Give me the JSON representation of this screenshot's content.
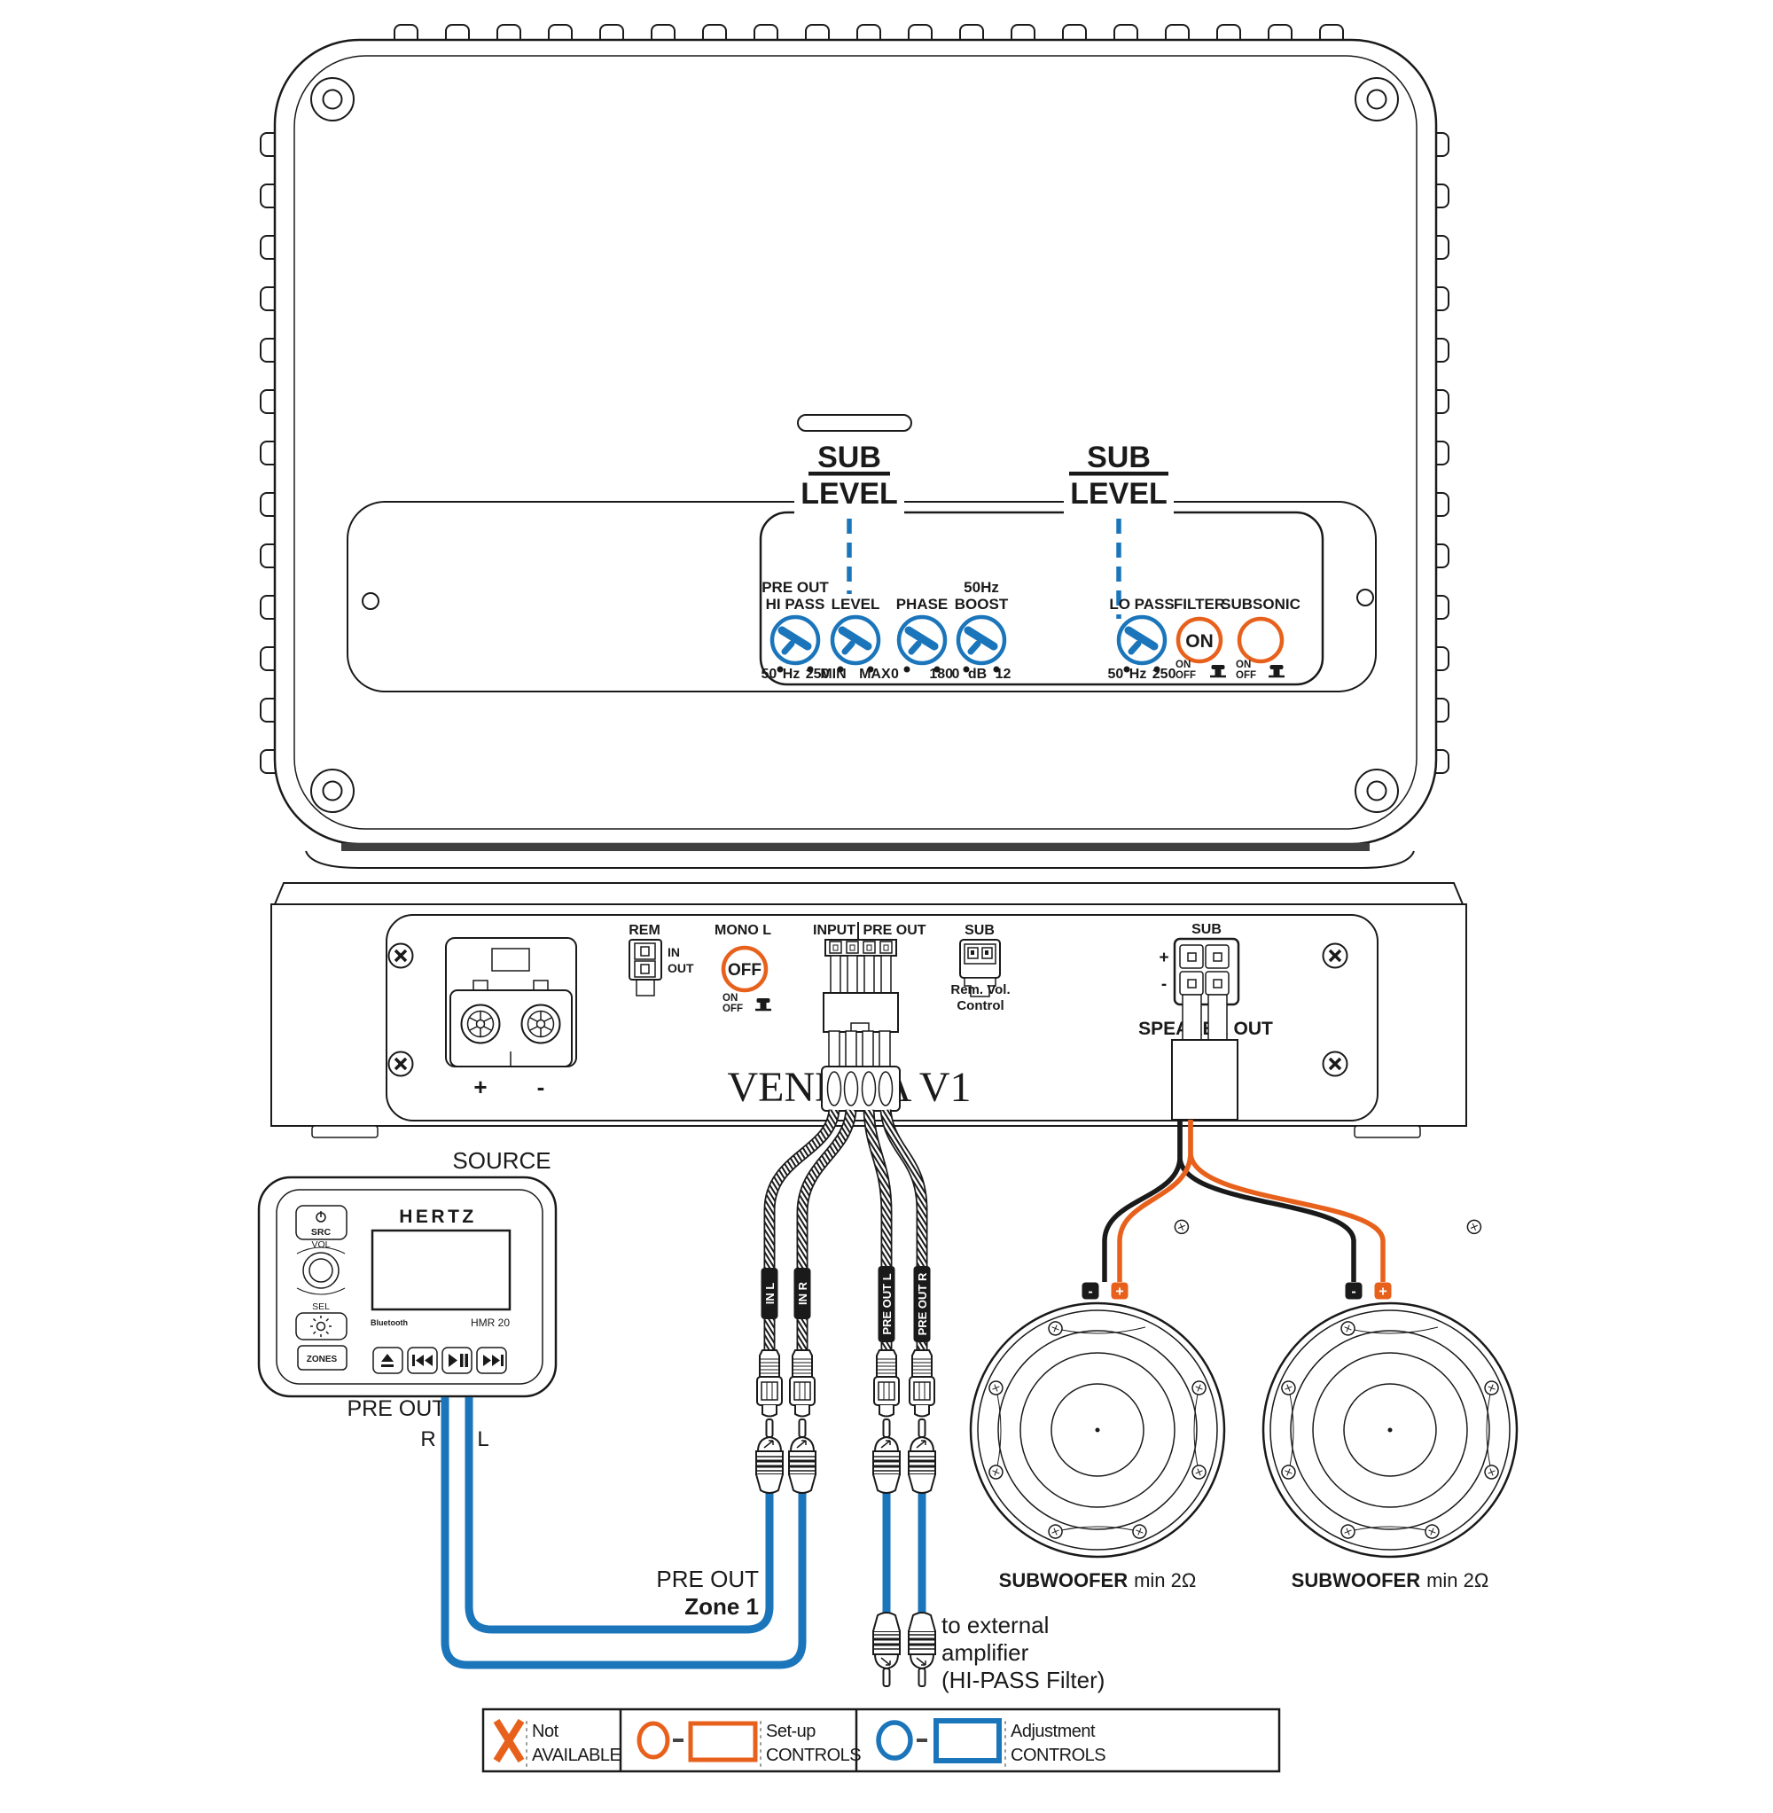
{
  "colors": {
    "blue": "#1B75BB",
    "orange": "#E8611C",
    "line": "#1a1a1a"
  },
  "top_panel": {
    "sub_level_1": {
      "top": "SUB",
      "bottom": "LEVEL"
    },
    "sub_level_2": {
      "top": "SUB",
      "bottom": "LEVEL"
    },
    "knobs": [
      {
        "title1": "PRE OUT",
        "title2": "HI PASS",
        "range": "50 Hz 250"
      },
      {
        "title1": "",
        "title2": "LEVEL",
        "range": "MIN MAX"
      },
      {
        "title1": "",
        "title2": "PHASE",
        "range": "0 180"
      },
      {
        "title1": "50Hz",
        "title2": "BOOST",
        "range": "0 dB 12"
      },
      {
        "title1": "",
        "title2": "LO PASS",
        "range": "50 Hz 250"
      }
    ],
    "filter": {
      "title": "FILTER",
      "state": "ON",
      "on": "ON",
      "off": "OFF"
    },
    "subsonic": {
      "title": "SUBSONIC",
      "on": "ON",
      "off": "OFF"
    }
  },
  "rear_panel": {
    "model": "VENEZIA V1",
    "power": {
      "plus": "+",
      "minus": "-"
    },
    "rem": {
      "label": "REM",
      "in": "IN",
      "out": "OUT"
    },
    "mono": {
      "label": "MONO L",
      "state": "OFF",
      "on": "ON",
      "off": "OFF"
    },
    "io": {
      "input": "INPUT",
      "pre_out": "PRE OUT"
    },
    "sub_remote": {
      "label": "SUB",
      "line1": "Rem. Vol.",
      "line2": "Control"
    },
    "sub_out": {
      "label": "SUB",
      "plus": "+",
      "minus": "-",
      "speaker_out": "SPEAKER OUT"
    }
  },
  "source": {
    "label": "SOURCE",
    "brand": "HERTZ",
    "model": "HMR 20",
    "bluetooth": "Bluetooth",
    "src": "SRC",
    "vol": "VOL",
    "sel": "SEL",
    "zones": "ZONES",
    "pre_out": "PRE OUT",
    "r": "R",
    "l": "L"
  },
  "cables": {
    "in_l": "IN L",
    "in_r": "IN R",
    "pre_out_l": "PRE OUT L",
    "pre_out_r": "PRE OUT R",
    "zone_line1": "PRE OUT",
    "zone_line2": "Zone 1",
    "ext_line1": "to external",
    "ext_line2": "amplifier",
    "ext_line3": "(HI-PASS Filter)"
  },
  "subwoofers": [
    {
      "name": "SUBWOOFER",
      "spec": "min 2Ω",
      "plus": "+",
      "minus": "-"
    },
    {
      "name": "SUBWOOFER",
      "spec": "min 2Ω",
      "plus": "+",
      "minus": "-"
    }
  ],
  "legend": [
    {
      "line1": "Not",
      "line2": "AVAILABLE"
    },
    {
      "line1": "Set-up",
      "line2": "CONTROLS"
    },
    {
      "line1": "Adjustment",
      "line2": "CONTROLS"
    }
  ]
}
